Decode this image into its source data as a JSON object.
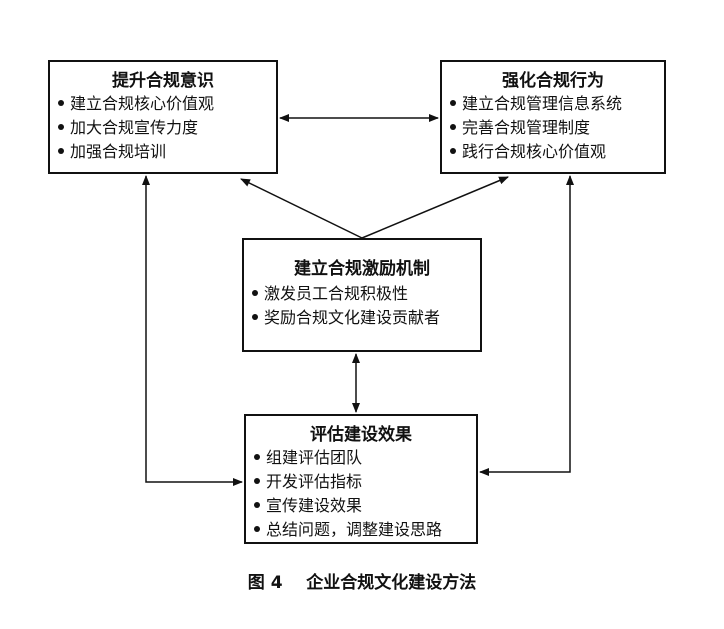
{
  "boxes": {
    "awareness": {
      "title": "提升合规意识",
      "items": [
        "建立合规核心价值观",
        "加大合规宣传力度",
        "加强合规培训"
      ]
    },
    "behavior": {
      "title": "强化合规行为",
      "items": [
        "建立合规管理信息系统",
        "完善合规管理制度",
        "践行合规核心价值观"
      ]
    },
    "incentive": {
      "title": "建立合规激励机制",
      "items": [
        "激发员工合规积极性",
        "奖励合规文化建设贡献者"
      ]
    },
    "evaluate": {
      "title": "评估建设效果",
      "items": [
        "组建评估团队",
        "开发评估指标",
        "宣传建设效果",
        "总结问题，调整建设思路"
      ]
    }
  },
  "caption": {
    "label": "图 4",
    "text": "企业合规文化建设方法"
  }
}
